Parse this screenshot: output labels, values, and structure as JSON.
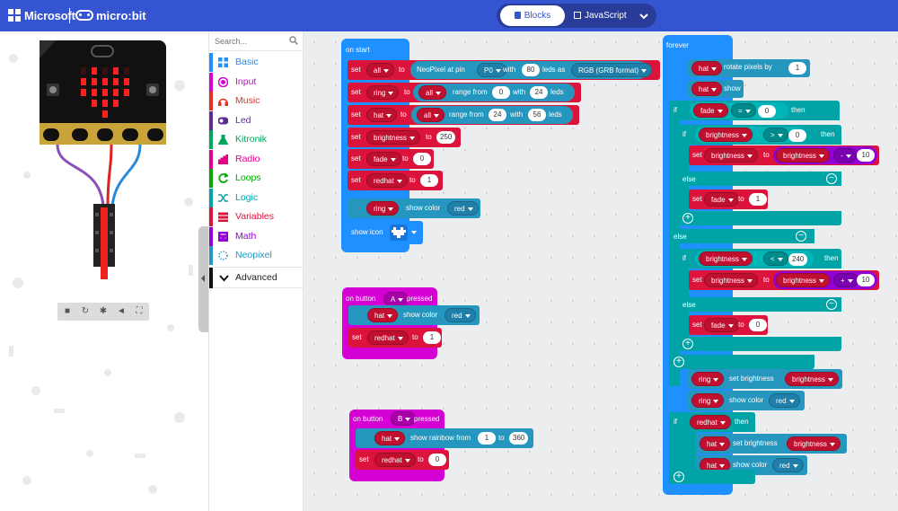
{
  "header": {
    "brand": "Microsoft",
    "product": "micro:bit",
    "tab_blocks": "Blocks",
    "tab_js": "JavaScript"
  },
  "colors": {
    "header": "#3454d1",
    "loops": "#00aa00",
    "basic": "#1e90ff",
    "variables": "#dc143c",
    "neopixel": "#2596be",
    "math": "#9400d3",
    "logic": "#00a4a6",
    "input": "#d400d4"
  },
  "toolbox": {
    "search_placeholder": "Search...",
    "categories": [
      {
        "label": "Basic",
        "color": "#1e90ff",
        "icon": "grid-icon"
      },
      {
        "label": "Input",
        "color": "#d400d4",
        "icon": "target-icon"
      },
      {
        "label": "Music",
        "color": "#e63022",
        "icon": "headphones-icon"
      },
      {
        "label": "Led",
        "color": "#5c2d91",
        "icon": "toggle-icon"
      },
      {
        "label": "Kitronik",
        "color": "#00a65a",
        "icon": "flask-icon"
      },
      {
        "label": "Radio",
        "color": "#e3008c",
        "icon": "bars-icon"
      },
      {
        "label": "Loops",
        "color": "#00aa00",
        "icon": "refresh-icon"
      },
      {
        "label": "Logic",
        "color": "#00a4a6",
        "icon": "shuffle-icon"
      },
      {
        "label": "Variables",
        "color": "#dc143c",
        "icon": "list-icon"
      },
      {
        "label": "Math",
        "color": "#9400d3",
        "icon": "calculator-icon"
      },
      {
        "label": "Neopixel",
        "color": "#2596be",
        "icon": "ring-icon"
      }
    ],
    "advanced": "Advanced"
  },
  "blocks": {
    "on_start": {
      "header": "on start",
      "set": "set",
      "to": "to",
      "all": "all",
      "neopixel_at_pin": "NeoPixel at pin",
      "pin": "P0",
      "with": "with",
      "leds_as": "leds as",
      "led_count": "80",
      "format": "RGB (GRB format)",
      "ring": "ring",
      "range_from": "range from",
      "ring_from": "0",
      "ring_with": "24",
      "leds": "leds",
      "hat": "hat",
      "hat_from": "24",
      "hat_with": "56",
      "brightness": "brightness",
      "brightness_val": "250",
      "fade": "fade",
      "fade_val": "0",
      "redhat": "redhat",
      "redhat_val": "1",
      "show_color": "show color",
      "red": "red",
      "show_icon": "show icon"
    },
    "button_a": {
      "on_button": "on button",
      "btn": "A",
      "pressed": "pressed",
      "hat": "hat",
      "show_color": "show color",
      "red": "red",
      "set": "set",
      "redhat": "redhat",
      "to": "to",
      "val": "1"
    },
    "button_b": {
      "on_button": "on button",
      "btn": "B",
      "pressed": "pressed",
      "hat": "hat",
      "show_rainbow": "show rainbow from",
      "from": "1",
      "to_word": "to",
      "to_val": "360",
      "set": "set",
      "redhat": "redhat",
      "to": "to",
      "val": "0"
    },
    "forever": {
      "header": "forever",
      "hat": "hat",
      "rotate": "rotate pixels by",
      "rotate_val": "1",
      "show": "show",
      "if": "if",
      "then": "then",
      "else": "else",
      "fade": "fade",
      "eq": "=",
      "zero": "0",
      "brightness": "brightness",
      "gt": ">",
      "lt": "<",
      "val240": "240",
      "set": "set",
      "to": "to",
      "minus": "-",
      "plus": "+",
      "ten": "10",
      "one": "1",
      "ring": "ring",
      "set_brightness": "set brightness",
      "show_color": "show color",
      "red": "red",
      "redhat": "redhat"
    }
  }
}
